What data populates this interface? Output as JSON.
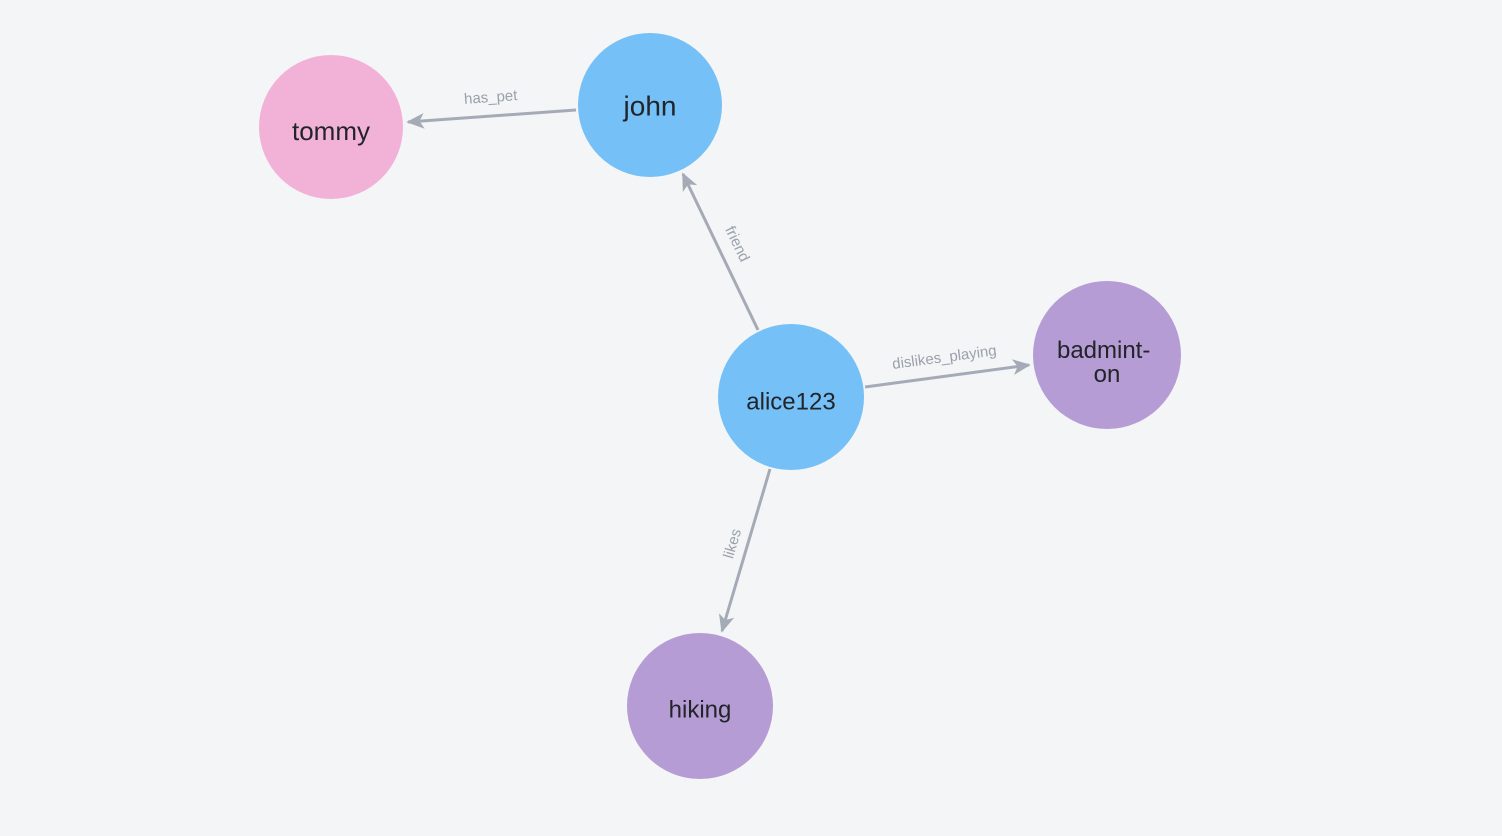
{
  "page": {
    "background": "#f4f5f6"
  },
  "graph": {
    "node_text_color": "#22242a",
    "edge_line_color": "#a5abb6",
    "edge_label_color": "#9aa1ab",
    "nodes": [
      {
        "caption": "tommy",
        "lines": [
          "tommy"
        ],
        "color": "#f2b2d7"
      },
      {
        "caption": "john",
        "lines": [
          "john"
        ],
        "color": "#75c0f6"
      },
      {
        "caption": "alice123",
        "lines": [
          "alice123"
        ],
        "color": "#75c0f6"
      },
      {
        "caption": "badminton",
        "lines": [
          "badmint-",
          "on"
        ],
        "color": "#b69cd4"
      },
      {
        "caption": "hiking",
        "lines": [
          "hiking"
        ],
        "color": "#b69cd4"
      }
    ],
    "edges": [
      {
        "label": "has_pet",
        "from": "john",
        "to": "tommy"
      },
      {
        "label": "friend",
        "from": "alice123",
        "to": "john"
      },
      {
        "label": "dislikes_playing",
        "from": "alice123",
        "to": "badminton"
      },
      {
        "label": "likes",
        "from": "alice123",
        "to": "hiking"
      }
    ]
  }
}
